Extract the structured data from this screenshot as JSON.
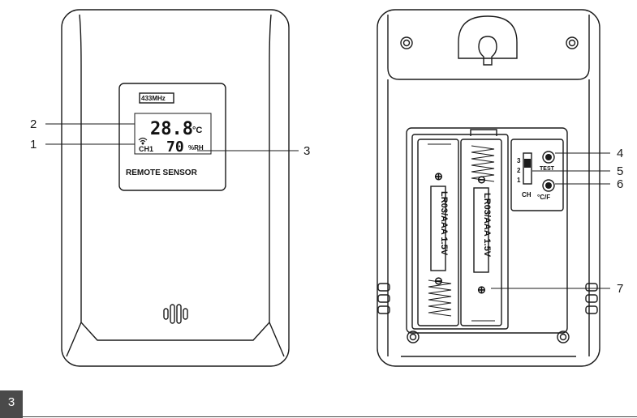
{
  "front": {
    "lcd": {
      "frequency": "433MHz",
      "temperature": "28.8",
      "temperature_unit": "°C",
      "humidity": "70",
      "humidity_unit": "%RH",
      "channel": "CH1",
      "caption": "REMOTE SENSOR"
    }
  },
  "back": {
    "switch_positions": [
      "3",
      "2",
      "1"
    ],
    "switch_label": "CH",
    "test_label": "TEST",
    "unit_label": "°C/F",
    "battery_label_left": "LR03/AAA 1.5V",
    "battery_label_right": "LR03/AAA 1.5V",
    "plus_symbol": "⊕",
    "minus_symbol": "⊖"
  },
  "callouts": [
    "1",
    "2",
    "3",
    "4",
    "5",
    "6",
    "7"
  ],
  "page_number": "3"
}
